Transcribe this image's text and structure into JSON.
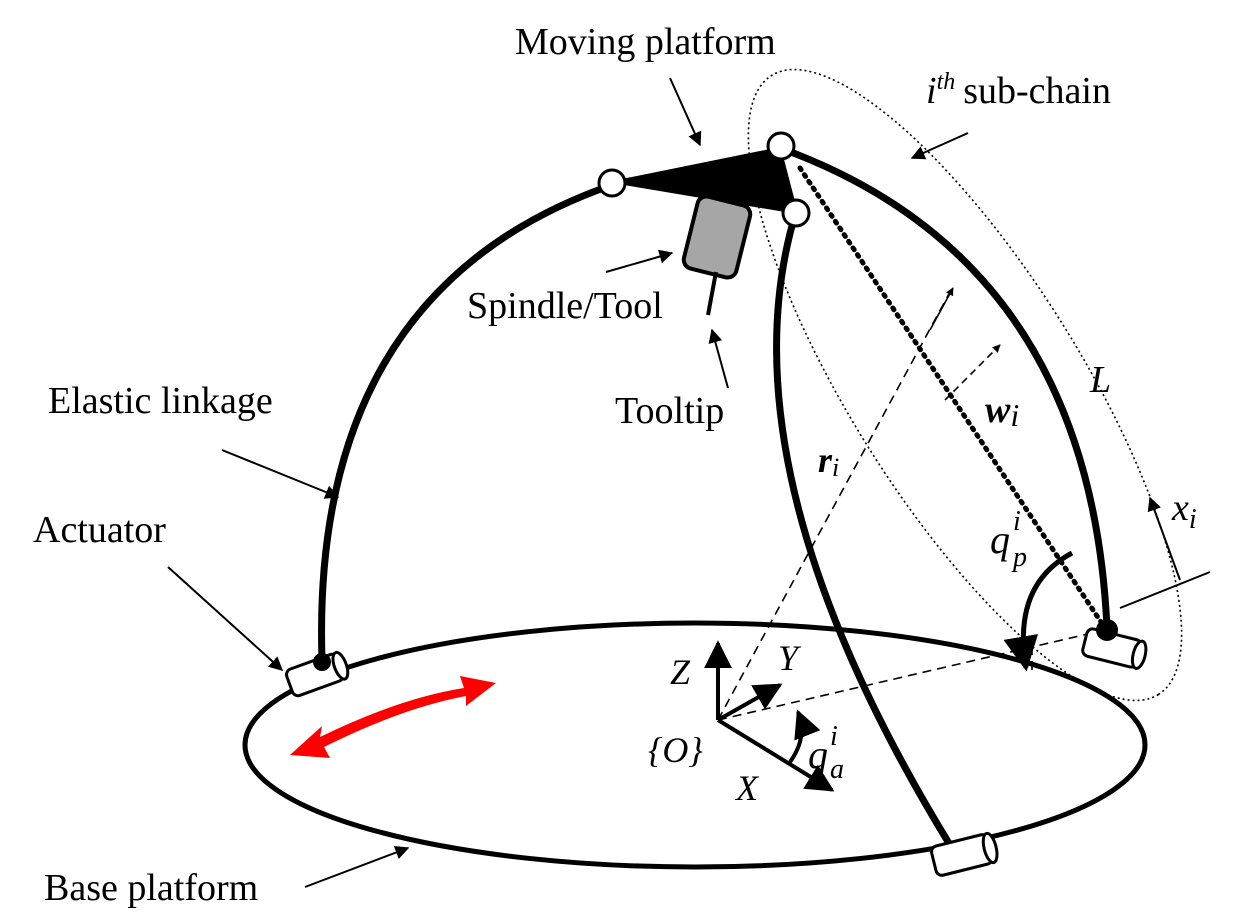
{
  "labels": {
    "moving_platform": "Moving platform",
    "sub_chain_sup": "th",
    "sub_chain_text": "sub-chain",
    "sub_chain_i": "i",
    "spindle_tool": "Spindle/Tool",
    "tooltip": "Tooltip",
    "elastic_linkage": "Elastic linkage",
    "actuator": "Actuator",
    "base_platform": "Base platform",
    "L": "L",
    "w": "w",
    "w_sub": "i",
    "r": "r",
    "r_sub": "i",
    "x": "x",
    "x_sub": "i",
    "qp": "q",
    "qp_sup": "i",
    "qp_sub": "p",
    "qa": "q",
    "qa_sup": "i",
    "qa_sub": "a",
    "Z": "Z",
    "Y": "Y",
    "X": "X",
    "O": "{O}"
  },
  "colors": {
    "ink": "#000000",
    "tool_gray": "#a6a6a6",
    "motion_arrow": "#ff0000"
  }
}
